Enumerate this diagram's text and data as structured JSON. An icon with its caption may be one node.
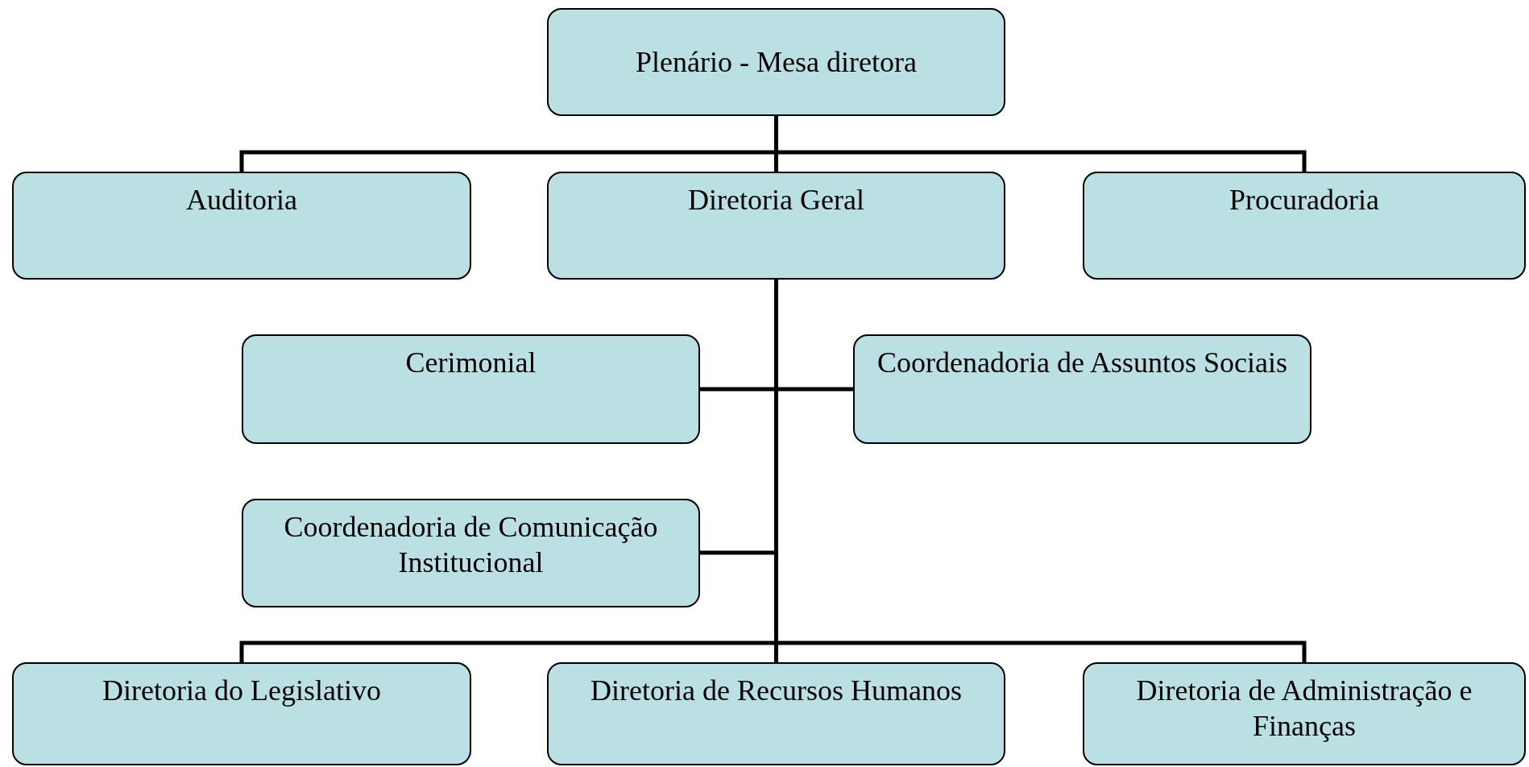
{
  "diagram": {
    "nodes": [
      {
        "text": [
          "Plenário - Mesa diretora"
        ]
      },
      {
        "text": [
          "Auditoria"
        ]
      },
      {
        "text": [
          "Diretoria Geral"
        ]
      },
      {
        "text": [
          "Procuradoria"
        ]
      },
      {
        "text": [
          "Cerimonial"
        ]
      },
      {
        "text": [
          "Coordenadoria de Assuntos Sociais"
        ]
      },
      {
        "text": [
          "Coordenadoria de Comunicação Institucional"
        ]
      },
      {
        "text": [
          "Diretoria do Legislativo"
        ]
      },
      {
        "text": [
          "Diretoria de Recursos Humanos"
        ]
      },
      {
        "text": [
          "Diretoria de Administração e Finanças"
        ]
      }
    ],
    "edges": [
      {
        "from": 0,
        "to": 1,
        "arrow": "none"
      },
      {
        "from": 0,
        "to": 2,
        "arrow": "none"
      },
      {
        "from": 0,
        "to": 3,
        "arrow": "none"
      },
      {
        "from": 2,
        "to": 4,
        "arrow": "none"
      },
      {
        "from": 2,
        "to": 5,
        "arrow": "none"
      },
      {
        "from": 2,
        "to": 6,
        "arrow": "none"
      },
      {
        "from": 2,
        "to": 7,
        "arrow": "none"
      },
      {
        "from": 2,
        "to": 8,
        "arrow": "none"
      },
      {
        "from": 2,
        "to": 9,
        "arrow": "none"
      }
    ]
  }
}
